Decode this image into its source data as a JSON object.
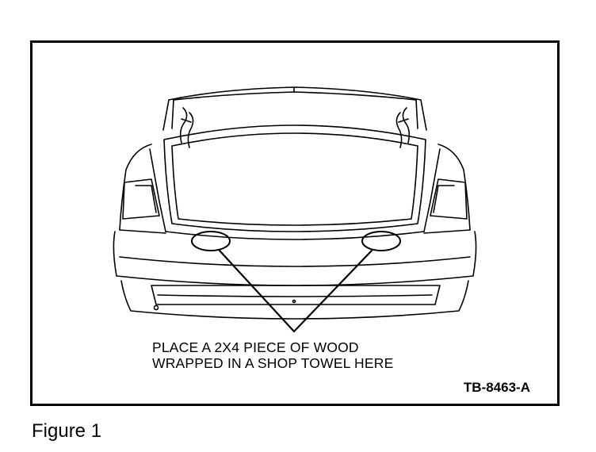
{
  "figure": {
    "caption": "Figure 1",
    "reference_code": "TB-8463-A",
    "callout": {
      "line1": "PLACE A 2X4 PIECE OF WOOD",
      "line2": "WRAPPED IN A SHOP TOWEL HERE"
    },
    "colors": {
      "ink": "#000000",
      "paper": "#ffffff"
    }
  }
}
